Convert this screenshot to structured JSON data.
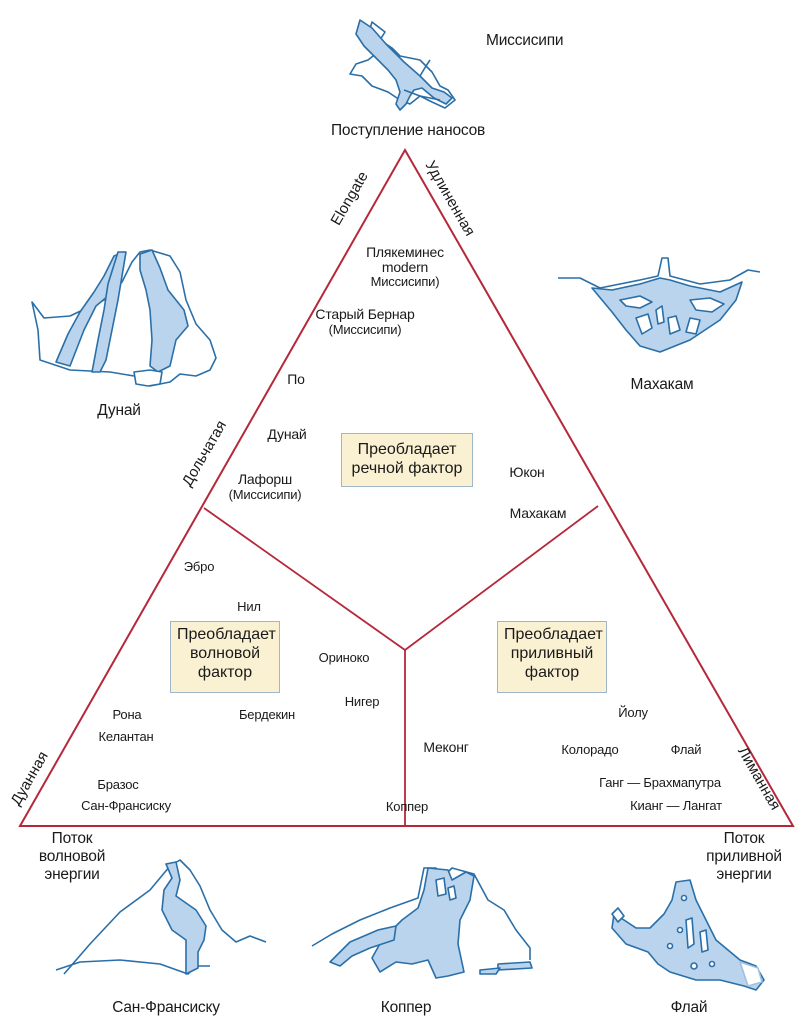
{
  "colors": {
    "triangle_line": "#b5283a",
    "delta_outline": "#2a6fa8",
    "delta_fill": "#b9d4ec",
    "box_fill": "#faf0d2",
    "box_border": "#9fb8c9"
  },
  "vertices": {
    "top": "Поступление наносов",
    "bottom_left": "Поток волновой энергии",
    "bottom_left_lines": [
      "Поток",
      "волновой",
      "энергии"
    ],
    "bottom_right": "Поток приливной энергии",
    "bottom_right_lines": [
      "Поток",
      "приливной",
      "энергии"
    ]
  },
  "side_labels": {
    "elongate": "Elongate",
    "udlinennaya": "Удлиненная",
    "dolchataya": "Дольчатая",
    "duannaya": "Дуанная",
    "limannaya": "Лиманная"
  },
  "factor_boxes": {
    "river": [
      "Преобладает",
      "речной фактор"
    ],
    "wave": [
      "Преобладает",
      "волновой",
      "фактор"
    ],
    "tide": [
      "Преобладает",
      "приливный",
      "фактор"
    ]
  },
  "river_labels": {
    "plaquemines": [
      "Плякеминес",
      "modern",
      "Миссисипи)"
    ],
    "stary_bernar": [
      "Старый Бернар",
      "(Миссисипи)"
    ],
    "po": "По",
    "dunai": "Дунай",
    "laforsh": [
      "Лафорш",
      "(Миссисипи)"
    ],
    "yukon": "Юкон",
    "mahakam": "Махакам",
    "ebro": "Эбро",
    "nil": "Нил",
    "orinoko": "Ориноко",
    "niger": "Нигер",
    "burdekin": "Бердекин",
    "rona": "Рона",
    "kelantan": "Келантан",
    "brazos": "Бразос",
    "san_francisco": "Сан-Франсиску",
    "mekong": "Меконг",
    "kopper": "Коппер",
    "yolu": "Йолу",
    "kolorado": "Колорадо",
    "flai": "Флай",
    "gang": "Ганг — Брахмапутра",
    "kiang": "Кианг — Лангат"
  },
  "delta_maps": {
    "mississippi": "Миссисипи",
    "dunai": "Дунай",
    "mahakam": "Махакам",
    "san_francisco": "Сан-Франсиску",
    "kopper": "Коппер",
    "flai": "Флай"
  }
}
